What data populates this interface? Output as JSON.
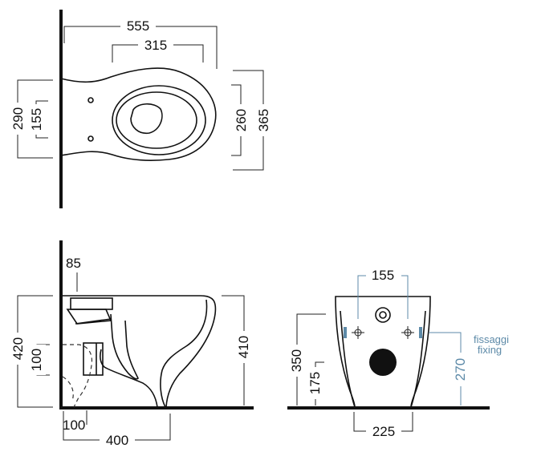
{
  "top_view": {
    "width_overall": "555",
    "width_inner": "315",
    "height_left_outer": "290",
    "height_left_inner": "155",
    "height_right_inner": "260",
    "height_right_outer": "365"
  },
  "side_view": {
    "top_gap": "85",
    "height_overall": "420",
    "height_outlet": "100",
    "height_rim": "410",
    "depth_outlet": "100",
    "depth_overall": "400"
  },
  "front_view": {
    "fixing_spacing": "155",
    "height_left": "350",
    "height_left_inner": "175",
    "fixing_height": "270",
    "base_width": "225",
    "fixing_note_it": "fissaggi",
    "fixing_note_en": "fixing"
  },
  "colors": {
    "line": "#222222",
    "accent_blue": "#5d8aa8"
  }
}
